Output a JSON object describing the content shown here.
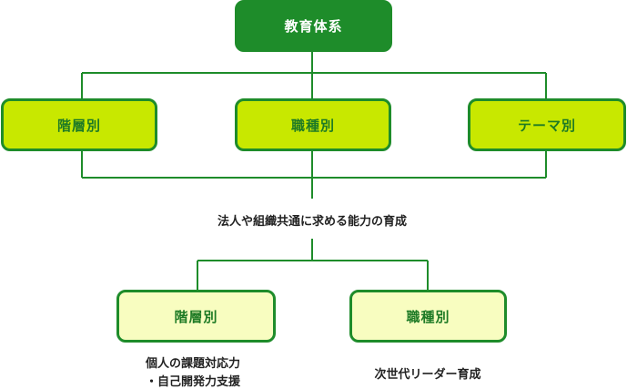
{
  "root": {
    "label": "教育体系"
  },
  "categories": [
    {
      "label": "階層別"
    },
    {
      "label": "職種別"
    },
    {
      "label": "テーマ別"
    }
  ],
  "common_label": "法人や組織共通に求める能力の育成",
  "sub_categories": [
    {
      "label": "階層別",
      "desc_lines": [
        "個人の課題対応力",
        "・自己開発力支援"
      ]
    },
    {
      "label": "職種別",
      "desc_lines": [
        "次世代リーダー育成"
      ]
    }
  ],
  "colors": {
    "line": "#1e8c2a",
    "top_fill": "#1e8c2a",
    "mid_fill": "#c8e800",
    "low_fill": "#f8fdc0",
    "text_green": "#1e7a25"
  }
}
